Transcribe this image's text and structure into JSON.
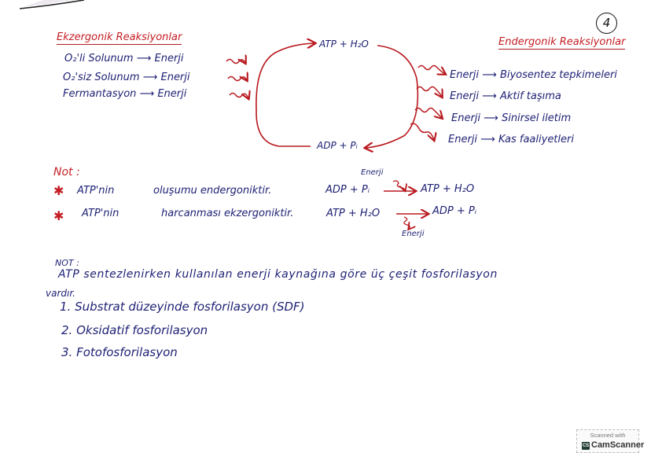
{
  "page": {
    "page_number": "4"
  },
  "exergonic": {
    "title": "Ekzergonik Reaksiyonlar",
    "items": [
      {
        "source": "O₂'li Solunum",
        "arrow": "⟶",
        "product": "Enerji"
      },
      {
        "source": "O₂'siz Solunum",
        "arrow": "⟶",
        "product": "Enerji"
      },
      {
        "source": "Fermantasyon",
        "arrow": "⟶",
        "product": "Enerji"
      }
    ]
  },
  "cycle": {
    "top": "ATP + H₂O",
    "bottom": "ADP + Pᵢ"
  },
  "endergonic": {
    "title": "Endergonik Reaksiyonlar",
    "items": [
      {
        "source": "Enerji",
        "arrow": "⟶",
        "use": "Biyosentez tepkimeleri"
      },
      {
        "source": "Enerji",
        "arrow": "⟶",
        "use": "Aktif taşıma"
      },
      {
        "source": "Enerji",
        "arrow": "⟶",
        "use": "Sinirsel iletim"
      },
      {
        "source": "Enerji",
        "arrow": "⟶",
        "use": "Kas faaliyetleri"
      }
    ]
  },
  "note1": {
    "heading": "Not :",
    "bullet": "✱",
    "lines": [
      {
        "subject": "ATP'nin",
        "statement": "oluşumu endergoniktir.",
        "reactants": "ADP + Pᵢ",
        "products": "ATP + H₂O",
        "energy_label": "Enerji"
      },
      {
        "subject": "ATP'nin",
        "statement": "harcanması ekzergoniktir.",
        "reactants": "ATP + H₂O",
        "products": "ADP + Pᵢ",
        "energy_label": "Enerji"
      }
    ]
  },
  "note2": {
    "heading": "NOT :",
    "paragraph_line1": "ATP sentezlenirken kullanılan enerji kaynağına göre üç çeşit fosforilasyon",
    "paragraph_line2": "vardır.",
    "list": [
      {
        "num": "1.",
        "text": "Substrat düzeyinde fosforilasyon (SDF)"
      },
      {
        "num": "2.",
        "text": "Oksidatif fosforilasyon"
      },
      {
        "num": "3.",
        "text": "Fotofosforilasyon"
      }
    ]
  },
  "watermark": {
    "line1": "Scanned with",
    "logo": "CS",
    "brand": "CamScanner"
  },
  "colors": {
    "ink_blue": "#1f2274",
    "ink_red": "#c41e24",
    "paper": "#ffffff"
  }
}
